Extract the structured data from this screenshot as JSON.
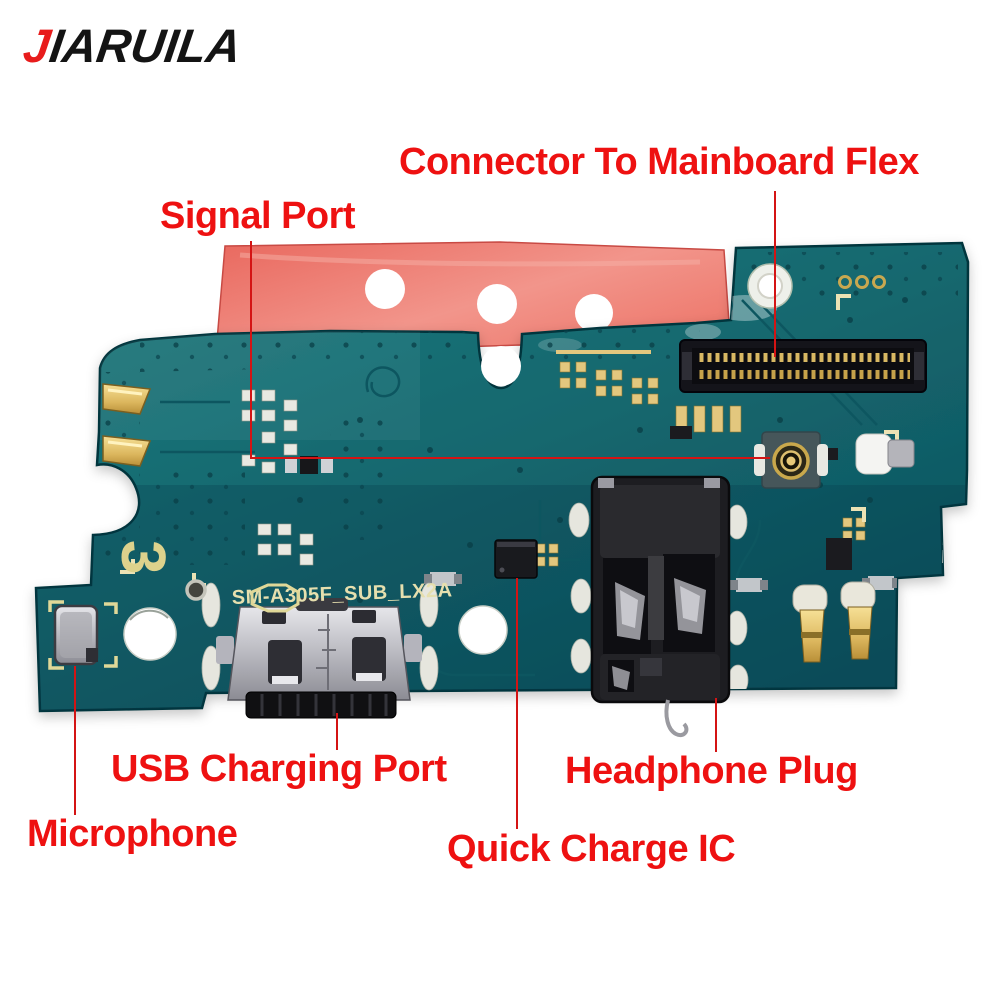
{
  "logo": {
    "first_letter": "J",
    "rest": "IARUILA"
  },
  "labels": {
    "connector_to_mainboard_flex": "Connector To Mainboard Flex",
    "signal_port": "Signal Port",
    "usb_charging_port": "USB Charging Port",
    "microphone": "Microphone",
    "quick_charge_ic": "Quick Charge IC",
    "headphone_plug": "Headphone Plug"
  },
  "board": {
    "silkscreen_model": "SM-A305F_SUB_LX2A",
    "silkscreen_digit": "3"
  },
  "colors": {
    "label_red": "#ee1111",
    "leader_line_red": "#d41414",
    "pcb_teal": "#156a70",
    "flex_red": "#ee7166",
    "logo_black": "#141414",
    "logo_red": "#e81c1c",
    "silkscreen_yellow": "#e3d9a2"
  }
}
